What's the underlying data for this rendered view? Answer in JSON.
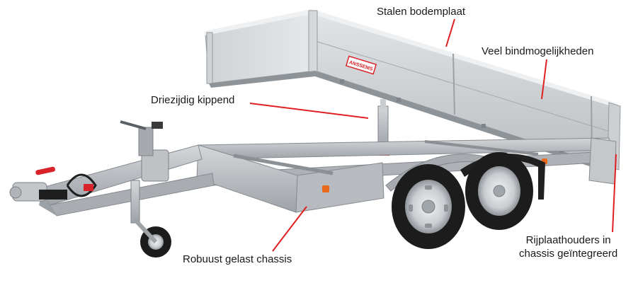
{
  "callouts": {
    "bodemplaat": "Stalen bodemplaat",
    "bindmogelijkheden": "Veel bindmogelijkheden",
    "kippend": "Driezijdig kippend",
    "chassis": "Robuust gelast chassis",
    "rijplaathouders_line1": "Rijplaathouders in",
    "rijplaathouders_line2": "chassis geïntegreerd"
  },
  "brand_plate": "ANSSEMS",
  "colors": {
    "leader_line": "#e02020",
    "aluminium": "#c9ccd0",
    "galvanized": "#b5b9bd",
    "tyre": "#1c1c1c",
    "rim": "#d9dcdf",
    "accent_red": "#d8232a",
    "marker_orange": "#e8691c"
  }
}
